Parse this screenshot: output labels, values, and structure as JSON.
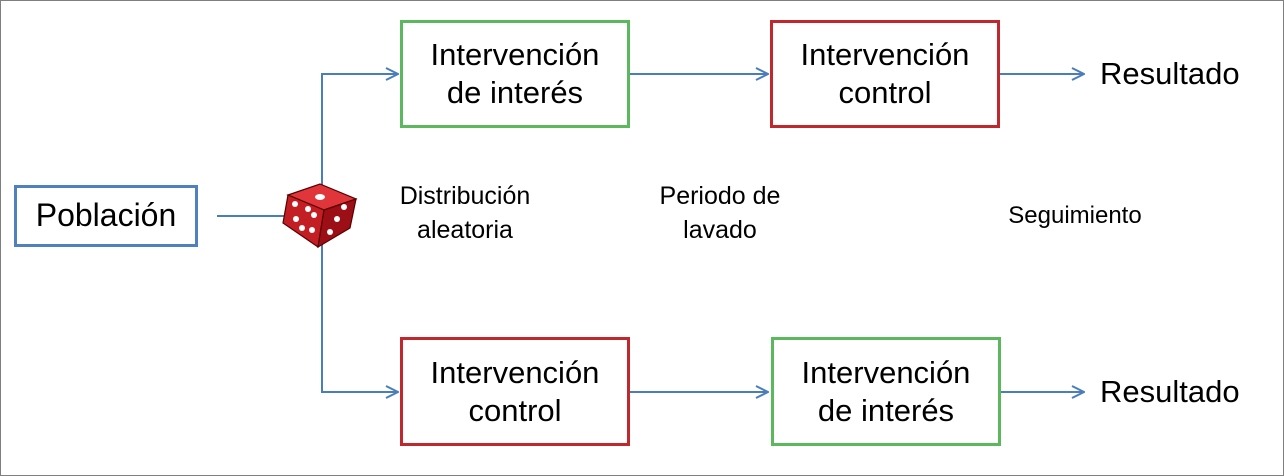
{
  "poblacion": {
    "label": "Población",
    "color": "#4f81bd"
  },
  "randomizer": {
    "icon": "dice-icon",
    "color": "#c00000"
  },
  "branch_top": {
    "first": {
      "label": "Intervención\nde interés",
      "color": "#5cb85c"
    },
    "second": {
      "label": "Intervención\ncontrol",
      "color": "#c0282d"
    },
    "result": "Resultado"
  },
  "branch_bottom": {
    "first": {
      "label": "Intervención\ncontrol",
      "color": "#c0282d"
    },
    "second": {
      "label": "Intervención\nde interés",
      "color": "#5cb85c"
    },
    "result": "Resultado"
  },
  "phases": {
    "distribucion": "Distribución\naleatoria",
    "lavado": "Periodo de\nlavado",
    "seguimiento": "Seguimiento"
  },
  "arrow_color": "#4a7ebb"
}
